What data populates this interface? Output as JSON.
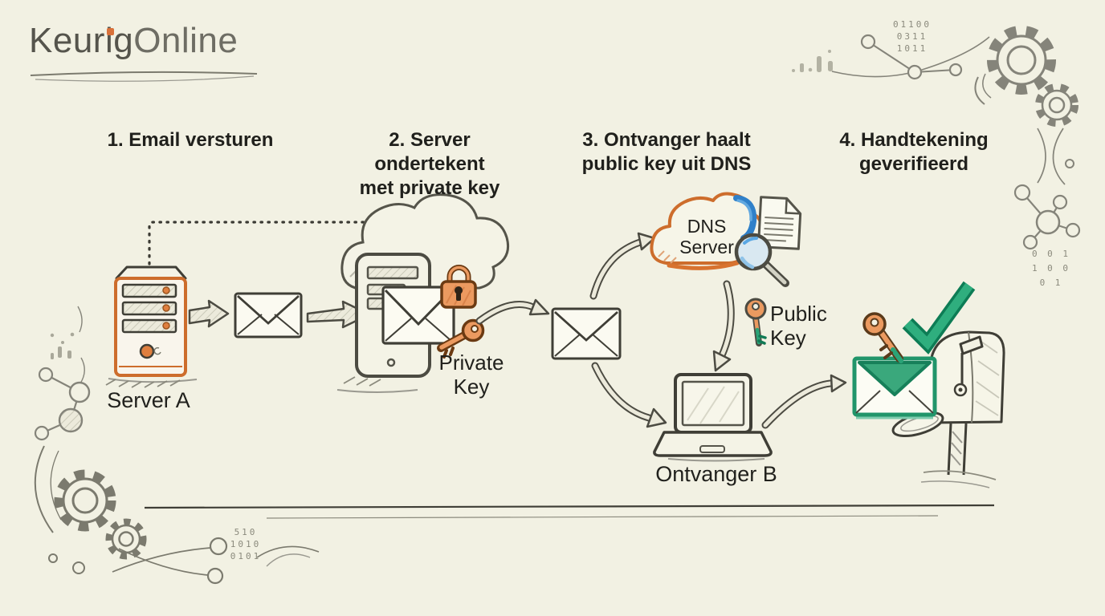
{
  "brand": {
    "name_part1": "Keurig",
    "name_part2": "Online"
  },
  "steps": [
    {
      "label": "1. Email versturen"
    },
    {
      "label": "2. Server ondertekent\nmet private key"
    },
    {
      "label": "3. Ontvanger haalt\npublic key uit DNS"
    },
    {
      "label": "4. Handtekening\ngeverifieerd"
    }
  ],
  "nodes": {
    "server_a_label": "Server A",
    "private_key_label": "Private\nKey",
    "public_key_label": "Public\nKey",
    "dns_server_label": "DNS\nServer",
    "receiver_label": "Ontvanger B"
  },
  "decor": {
    "binary_top_right": "01100\n0311\n1011",
    "binary_bottom_left": "510\n1010\n0101",
    "binary_right_side": "0 0 1\n1 0 0\n0 1"
  },
  "colors": {
    "background": "#f2f1e3",
    "ink": "#3f3e36",
    "orange": "#cd6d2c",
    "orange_fill": "#eb9a60",
    "green": "#2aa377",
    "blue": "#3584cd"
  }
}
